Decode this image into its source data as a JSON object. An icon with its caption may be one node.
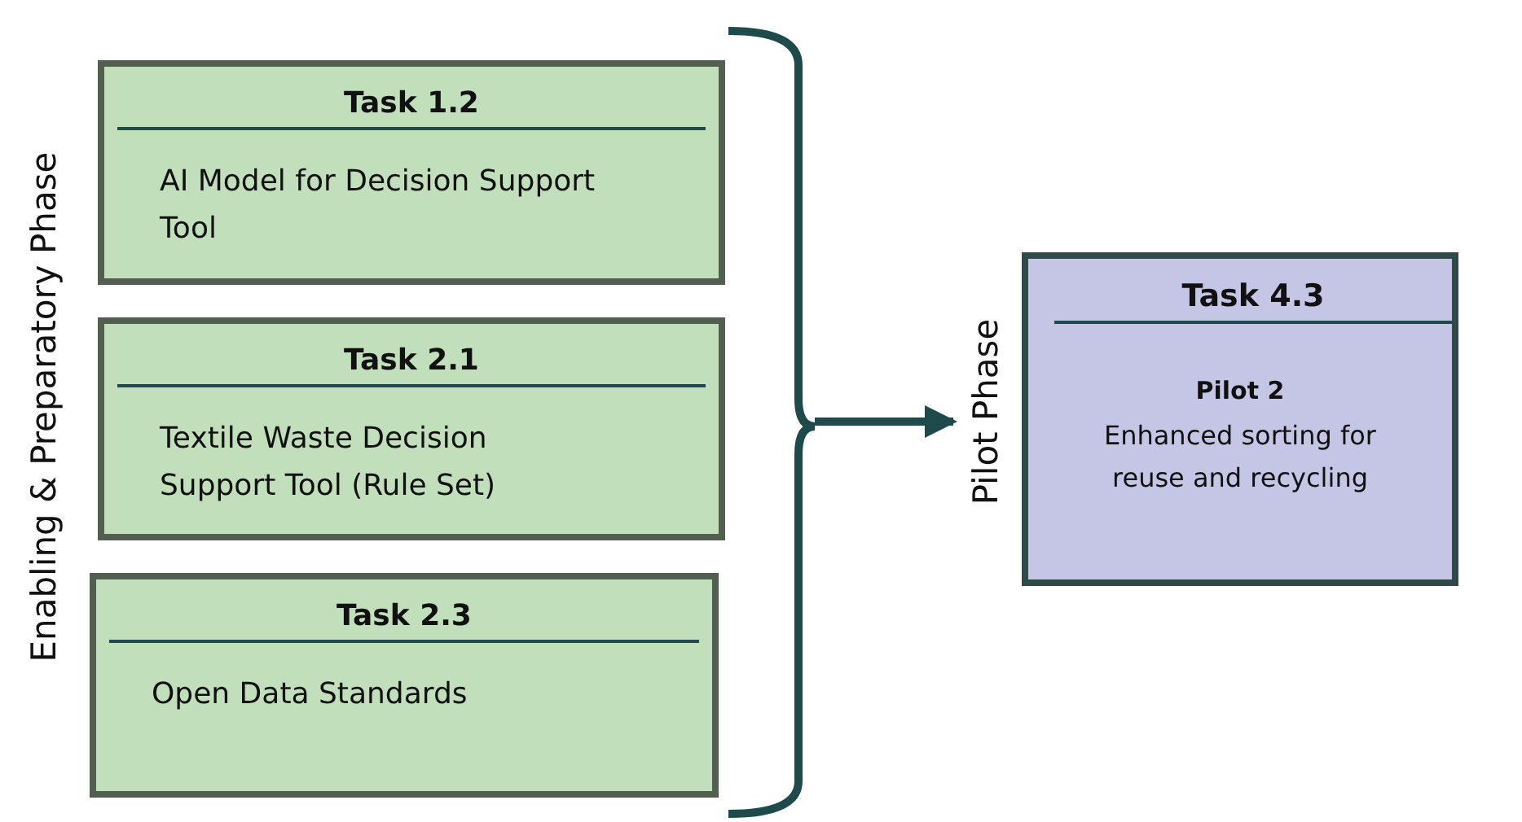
{
  "diagram": {
    "nodes": [
      {
        "text": [
          "Task 1.2",
          "AI Model for Decision Support Tool"
        ]
      },
      {
        "text": [
          "Task 2.1",
          "Textile Waste Decision Support Tool (Rule Set)"
        ]
      },
      {
        "text": [
          "Task 2.3",
          "Open Data Standards"
        ]
      },
      {
        "text": [],
        "shape": "bracket"
      },
      {
        "text": [
          "Task 4.3",
          "Pilot 2",
          "Enhanced sorting for reuse and recycling"
        ],
        "beside": [
          "Pilot Phase"
        ]
      }
    ],
    "edges": [
      {
        "from": 3,
        "to": 4,
        "arrow": "to"
      }
    ],
    "labels": [
      "Enabling & Preparatory Phase"
    ]
  }
}
